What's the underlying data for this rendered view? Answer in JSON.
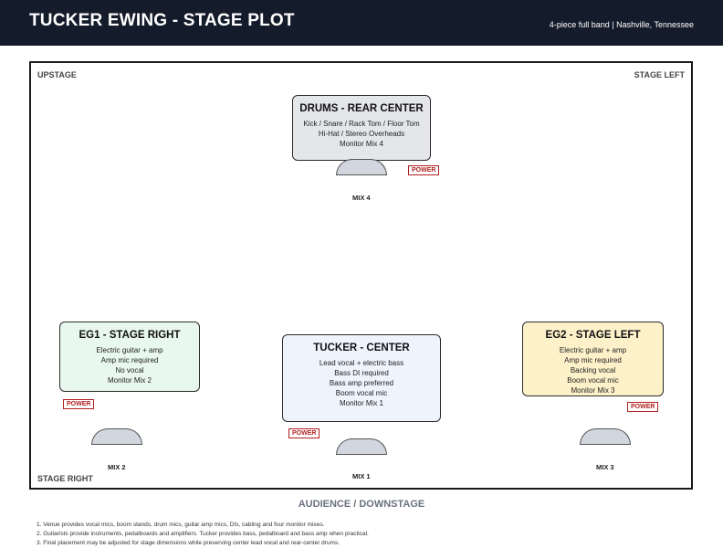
{
  "header": {
    "title": "TUCKER EWING - STAGE PLOT",
    "subtitle": "4-piece full band | Nashville, Tennessee"
  },
  "stage": {
    "upstage_label": "UPSTAGE",
    "stage_left_label": "STAGE LEFT",
    "stage_right_label": "STAGE RIGHT",
    "audience_label": "AUDIENCE / DOWNSTAGE"
  },
  "positions": {
    "drums": {
      "title": "DRUMS - REAR CENTER",
      "lines": [
        "Kick / Snare / Rack Tom / Floor Tom",
        "Hi-Hat / Stereo Overheads",
        "Monitor Mix 4"
      ],
      "mix": "MIX 4",
      "power": "POWER",
      "fill": "#e4e6ea"
    },
    "eg1": {
      "title": "EG1 - STAGE RIGHT",
      "lines": [
        "Electric guitar + amp",
        "Amp mic required",
        "No vocal",
        "Monitor Mix 2"
      ],
      "mix": "MIX 2",
      "power": "POWER",
      "fill": "#e9f8ef"
    },
    "tucker": {
      "title": "TUCKER - CENTER",
      "lines": [
        "Lead vocal + electric bass",
        "Bass DI required",
        "Bass amp preferred",
        "Boom vocal mic",
        "Monitor Mix 1"
      ],
      "mix": "MIX 1",
      "power": "POWER",
      "fill": "#eef3fc"
    },
    "eg2": {
      "title": "EG2 - STAGE LEFT",
      "lines": [
        "Electric guitar + amp",
        "Amp mic required",
        "Backing vocal",
        "Boom vocal mic",
        "Monitor Mix 3"
      ],
      "mix": "MIX 3",
      "power": "POWER",
      "fill": "#fdf1c9"
    }
  },
  "notes": [
    "1. Venue provides vocal mics, boom stands, drum mics, guitar amp mics, DIs, cabling and four monitor mixes.",
    "2. Guitarists provide instruments, pedalboards and amplifiers. Tucker provides bass, pedalboard and bass amp when practical.",
    "3. Final placement may be adjusted for stage dimensions while preserving center lead vocal and rear-center drums."
  ]
}
